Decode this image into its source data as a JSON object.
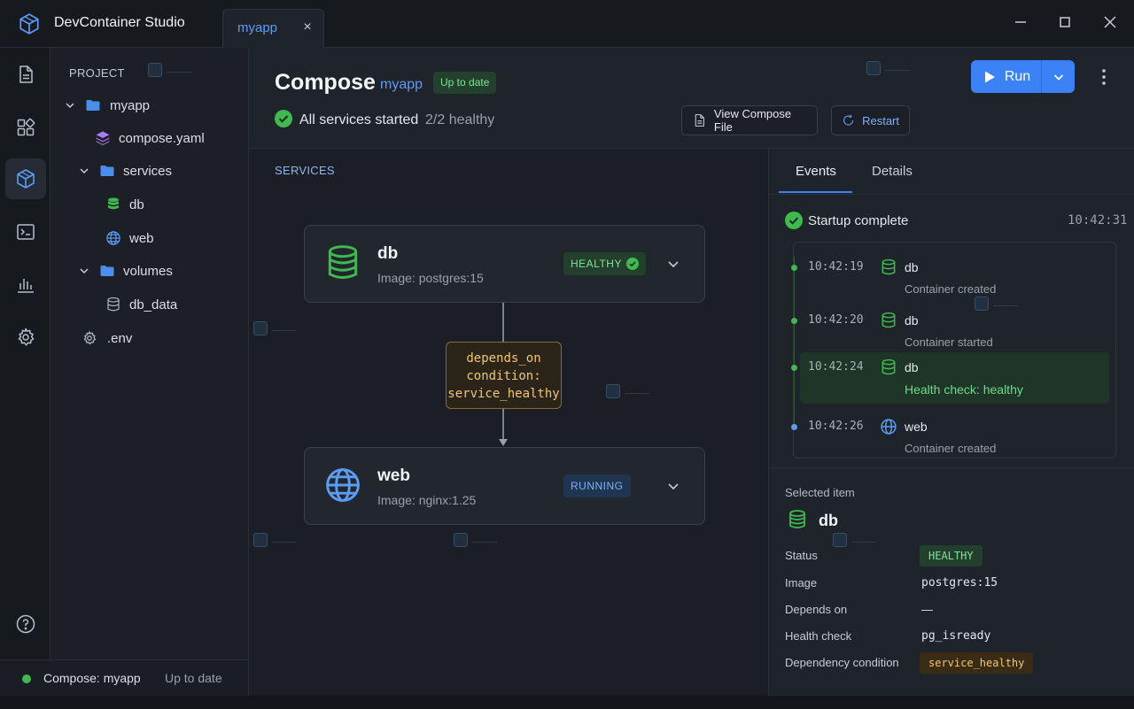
{
  "app": {
    "title": "DevContainer Studio",
    "tab_label": "myapp",
    "tab_close": "×"
  },
  "explorer": {
    "section_title": "PROJECT",
    "tree": {
      "root": "myapp",
      "compose_file": "compose.yaml",
      "services_folder": "services",
      "service_db": "db",
      "service_web": "web",
      "volumes_folder": "volumes",
      "volume_db_data": "db_data",
      "env_file": ".env"
    }
  },
  "statusbar": {
    "left": "Compose: myapp",
    "right": "Up to date"
  },
  "header": {
    "title": "Compose",
    "project_link": "myapp",
    "state_badge": "Up to date",
    "status": "All services started",
    "health": "2/2 healthy",
    "view_compose_button": "View Compose File",
    "restart_button": "Restart",
    "run_button": "Run"
  },
  "canvas": {
    "section_title": "SERVICES",
    "db": {
      "name": "db",
      "image": "Image: postgres:15",
      "badge": "HEALTHY"
    },
    "web": {
      "name": "web",
      "image": "Image: nginx:1.25",
      "badge": "RUNNING"
    },
    "dependency": {
      "line1": "depends_on",
      "line2": "condition:",
      "line3": "service_healthy"
    }
  },
  "panel": {
    "tabs": [
      "Events",
      "Details"
    ],
    "events_header": {
      "label": "Startup complete",
      "time": "10:42:31"
    },
    "events": [
      {
        "time": "10:42:19",
        "service": "db",
        "desc": "Container created"
      },
      {
        "time": "10:42:20",
        "service": "db",
        "desc": "Container started"
      },
      {
        "time": "10:42:24",
        "service": "db",
        "desc": "Health check: healthy"
      },
      {
        "time": "10:42:26",
        "service": "web",
        "desc": "Container created"
      }
    ],
    "selected": {
      "heading": "Selected item",
      "name": "db",
      "props": [
        {
          "label": "Status",
          "value": "HEALTHY"
        },
        {
          "label": "Image",
          "value": "postgres:15"
        },
        {
          "label": "Depends on",
          "value": "—"
        },
        {
          "label": "Health check",
          "value": "pg_isready"
        },
        {
          "label": "Dependency condition",
          "value": "service_healthy"
        }
      ]
    }
  },
  "colors": {
    "accent": "#3b82f6",
    "link": "#5b9cf5",
    "success": "#3fb950",
    "warning": "#f0c674",
    "background": "#1b1e24"
  },
  "icons": {
    "app": "cube-icon",
    "explorer": "file-icon",
    "extensions": "grid-icon",
    "containers": "cube-icon",
    "terminal": "terminal-icon",
    "metrics": "bar-chart-icon",
    "settings": "gear-icon",
    "help": "help-icon"
  }
}
